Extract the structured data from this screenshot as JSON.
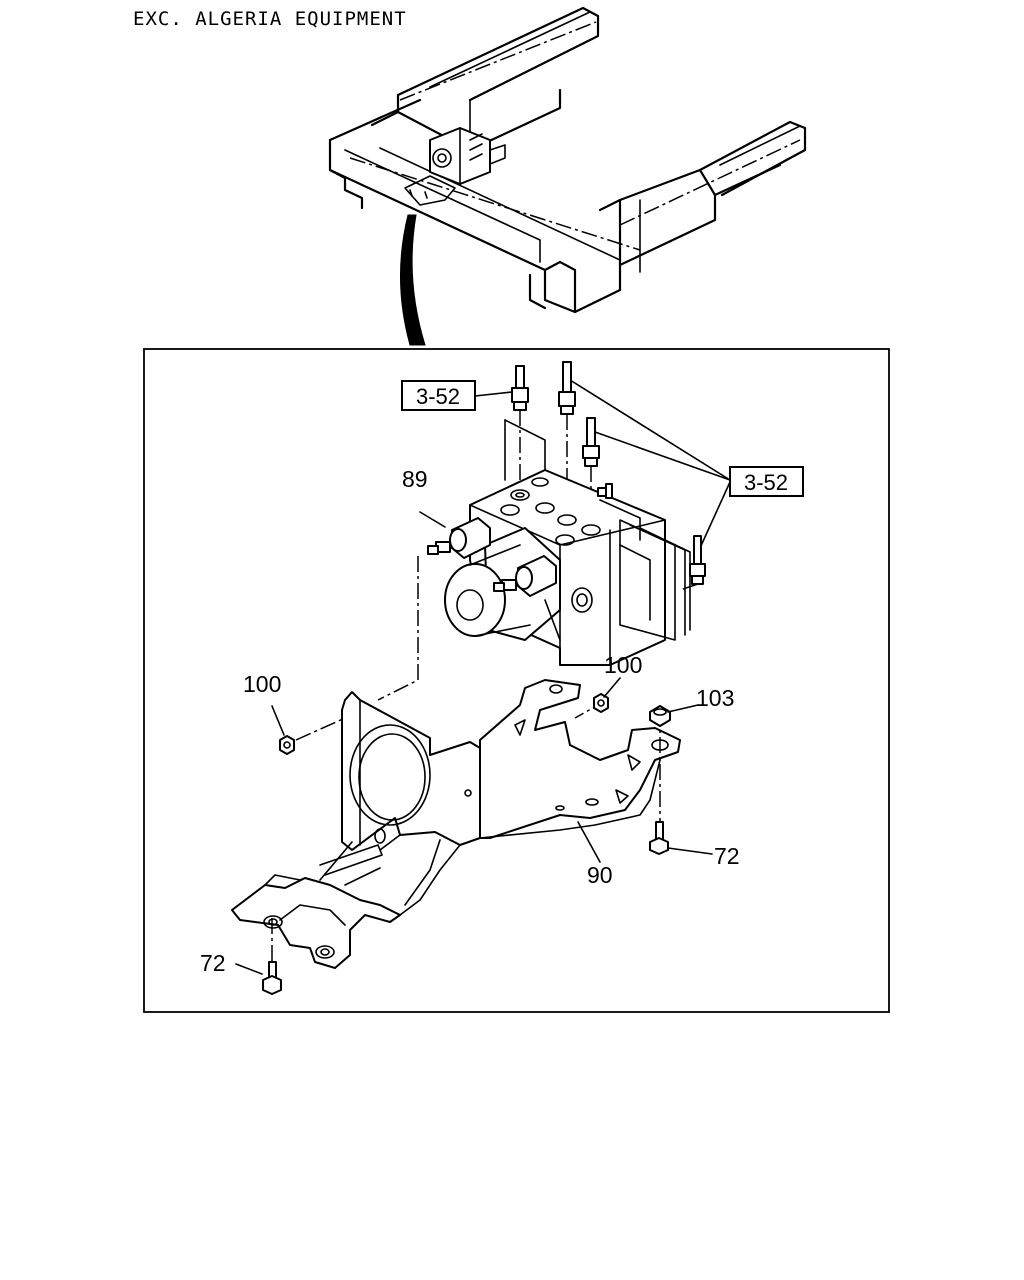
{
  "header": {
    "title": "EXC. ALGERIA EQUIPMENT"
  },
  "references": {
    "ref_top": "3-52",
    "ref_right": "3-52"
  },
  "callouts": {
    "c89": "89",
    "c100_left": "100",
    "c100_mid": "100",
    "c103": "103",
    "c72_right": "72",
    "c90": "90",
    "c72_left": "72"
  },
  "parts": {
    "p89": "89",
    "p100": "100",
    "p103": "103",
    "p72": "72",
    "p90": "90"
  }
}
